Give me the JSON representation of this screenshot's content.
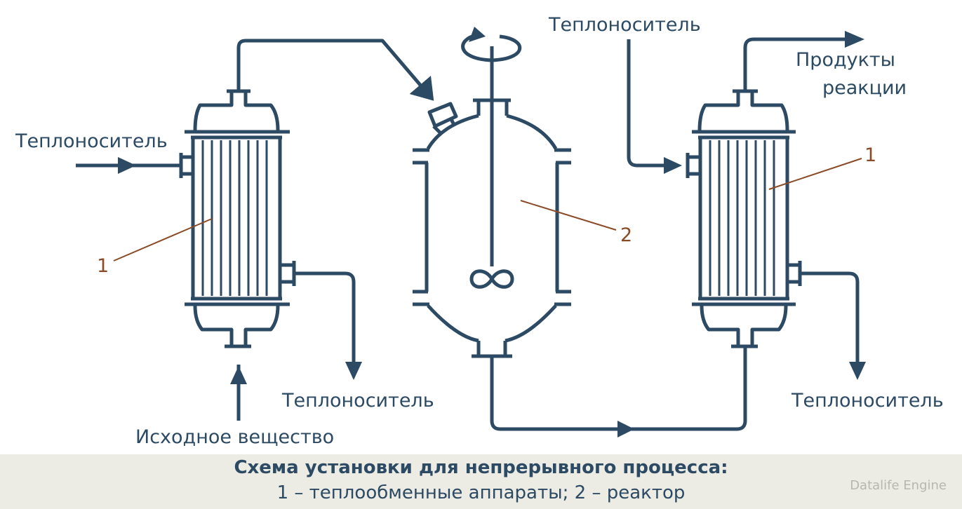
{
  "labels": {
    "coolant_left_in": "Теплоноситель",
    "coolant_top_right": "Теплоноситель",
    "coolant_left_out": "Теплоноситель",
    "coolant_right_out": "Теплоноситель",
    "products_line1": "Продукты",
    "products_line2": "реакции",
    "feed": "Исходное вещество",
    "num_hx_left": "1",
    "num_reactor": "2",
    "num_hx_right": "1"
  },
  "caption": {
    "title": "Схема установки для непрерывного процесса:",
    "legend": "1 – теплообменные аппараты; 2 – реактор"
  },
  "watermark": "Datalife Engine",
  "colors": {
    "line": "#2c4a63",
    "leader": "#8a4b26",
    "caption_bg": "#ecebe4"
  }
}
